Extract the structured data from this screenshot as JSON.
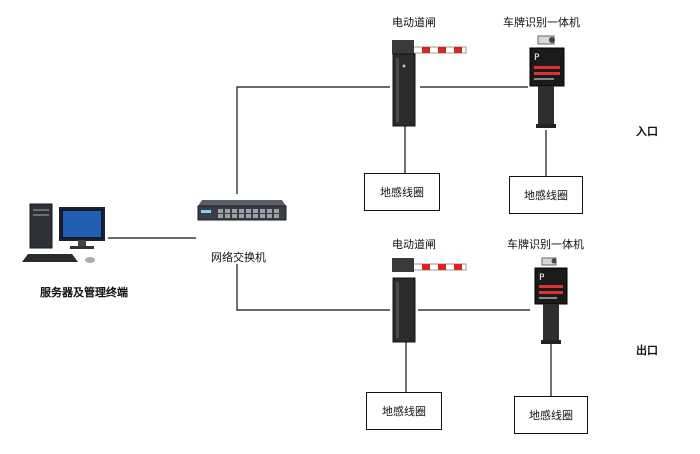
{
  "labels": {
    "server": "服务器及管理终端",
    "switch": "网络交换机",
    "entry": "入口",
    "exit": "出口"
  },
  "entry_lane": {
    "barrier_label": "电动道闸",
    "camera_label": "车牌识别一体机",
    "loop_left": "地感线圈",
    "loop_right": "地感线圈"
  },
  "exit_lane": {
    "barrier_label": "电动道闸",
    "camera_label": "车牌识别一体机",
    "loop_left": "地感线圈",
    "loop_right": "地感线圈"
  },
  "colors": {
    "line": "#111111",
    "barrier_body": "#2b2b2b",
    "arm_red": "#e0241b",
    "screen_dark": "#1a1a1a",
    "switch_body": "#3a3d42"
  }
}
